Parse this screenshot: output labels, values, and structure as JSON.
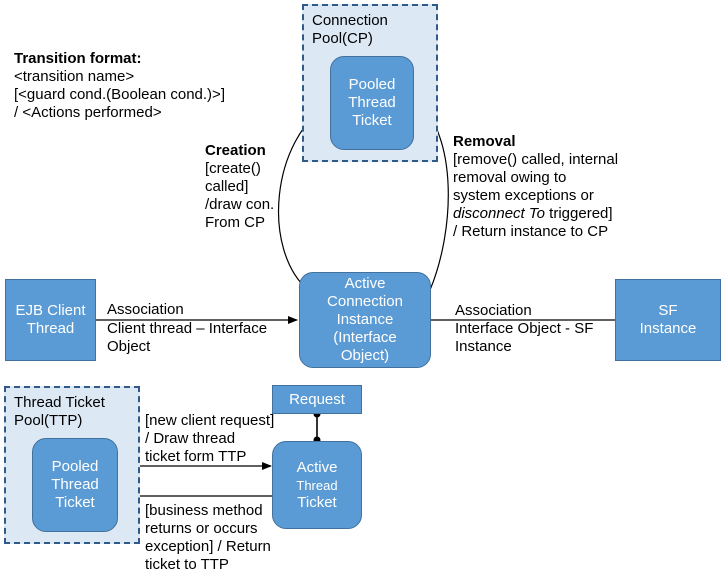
{
  "legend": {
    "title": "Transition format:",
    "line1": "<transition name>",
    "line2": "[<guard cond.(Boolean cond.)>]",
    "line3": "/  <Actions performed>"
  },
  "connection_pool": {
    "title": "Connection\nPool(CP)",
    "ticket": "Pooled\nThread\nTicket"
  },
  "creation": {
    "name": "Creation",
    "guard": "[create()\ncalled]",
    "actions": "/draw con.\nFrom CP"
  },
  "removal": {
    "name": "Removal",
    "guard_a": "[remove() called, internal\nremoval owing to\nsystem exceptions or",
    "guard_italic": "disconnect To",
    "guard_b": " triggered]",
    "actions": "/ Return instance to CP"
  },
  "ejb_client": "EJB Client\nThread",
  "association_left": {
    "name": "Association",
    "detail": "Client thread – Interface\nObject"
  },
  "active_connection": "Active\nConnection\nInstance\n(Interface\nObject)",
  "association_right": {
    "name": "Association",
    "detail": "Interface Object - SF\nInstance"
  },
  "sf_instance": "SF\nInstance",
  "thread_ticket_pool": {
    "title": "Thread Ticket\nPool(TTP)",
    "ticket": "Pooled\nThread\nTicket"
  },
  "request": "Request",
  "active_thread": {
    "line1": "Active",
    "line2": "Thread",
    "line3": "Ticket"
  },
  "new_request_label": "[new client request]\n/ Draw thread\nticket form TTP",
  "business_label": "[business method\nreturns or occurs\nexception] / Return\nticket to TTP",
  "colors": {
    "node_fill": "#5b9bd5",
    "node_border": "#41719c",
    "pool_fill": "#dde8f5",
    "pool_border": "#2f5a8a"
  }
}
